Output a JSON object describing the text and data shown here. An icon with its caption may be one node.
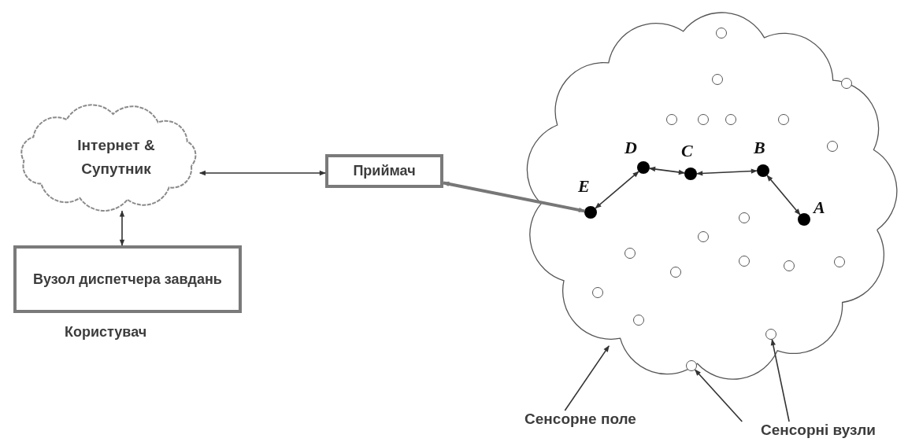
{
  "diagram": {
    "nodes": [
      {
        "text": [
          "Інтернет & Супутник"
        ]
      },
      {
        "text": [
          "Вузол диспетчера завдань"
        ],
        "beside": [
          "Користувач"
        ]
      },
      {
        "text": [
          "Приймач"
        ]
      },
      {
        "text": [],
        "shape": "cloud"
      },
      {
        "text": [],
        "shape": "circle",
        "beside": [
          "E"
        ],
        "in": 3
      },
      {
        "text": [],
        "shape": "circle",
        "beside": [
          "D"
        ],
        "in": 3
      },
      {
        "text": [],
        "shape": "circle",
        "beside": [
          "C"
        ],
        "in": 3
      },
      {
        "text": [],
        "shape": "circle",
        "beside": [
          "B"
        ],
        "in": 3
      },
      {
        "text": [],
        "shape": "circle",
        "beside": [
          "A"
        ],
        "in": 3
      },
      {
        "text": [],
        "shape": "circle",
        "in": 3
      },
      {
        "text": [],
        "shape": "circle",
        "in": 3
      },
      {
        "text": [],
        "shape": "circle",
        "in": 3
      },
      {
        "text": [],
        "shape": "circle",
        "in": 3
      },
      {
        "text": [],
        "shape": "circle",
        "in": 3
      },
      {
        "text": [],
        "shape": "circle",
        "in": 3
      },
      {
        "text": [],
        "shape": "circle",
        "in": 3
      },
      {
        "text": [],
        "shape": "circle",
        "in": 3
      },
      {
        "text": [],
        "shape": "circle",
        "in": 3
      },
      {
        "text": [],
        "shape": "circle",
        "in": 3
      },
      {
        "text": [],
        "shape": "circle",
        "in": 3
      },
      {
        "text": [],
        "shape": "circle",
        "in": 3
      },
      {
        "text": [],
        "shape": "circle",
        "in": 3
      },
      {
        "text": [],
        "shape": "circle",
        "in": 3
      },
      {
        "text": [],
        "shape": "circle",
        "in": 3
      },
      {
        "text": [],
        "shape": "circle",
        "in": 3
      },
      {
        "text": [],
        "shape": "circle",
        "in": 3
      },
      {
        "text": [],
        "shape": "circle",
        "in": 3
      },
      {
        "text": [],
        "shape": "circle",
        "in": 3
      },
      {
        "text": [
          "Сенсорне поле"
        ]
      },
      {
        "text": [
          "Сенсорні вузли"
        ]
      }
    ],
    "edges": [
      {
        "from": 0,
        "to": 2,
        "arrow": "both"
      },
      {
        "from": 0,
        "to": 1,
        "arrow": "both"
      },
      {
        "from": 4,
        "to": 2,
        "arrow": "both",
        "style": "thick",
        "color": "#777777"
      },
      {
        "from": 4,
        "to": 5,
        "arrow": "both"
      },
      {
        "from": 5,
        "to": 6,
        "arrow": "both"
      },
      {
        "from": 6,
        "to": 7,
        "arrow": "both"
      },
      {
        "from": 7,
        "to": 8,
        "arrow": "both"
      },
      {
        "from": 28,
        "to": 3,
        "arrow": "to"
      },
      {
        "from": 29,
        "to": 14,
        "arrow": "to"
      },
      {
        "from": 29,
        "to": 22,
        "arrow": "to"
      }
    ]
  }
}
